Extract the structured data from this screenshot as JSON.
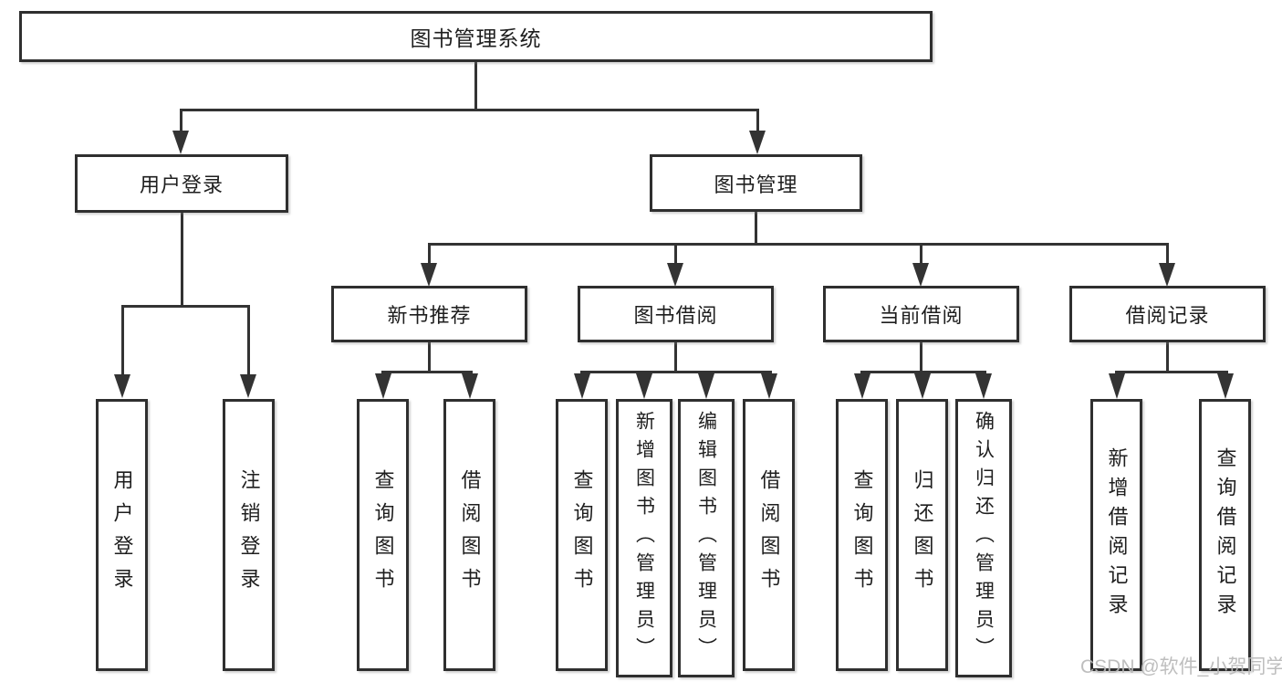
{
  "diagram": {
    "title": "图书管理系统",
    "root": {
      "label": "图书管理系统"
    },
    "level2": [
      {
        "label": "用户登录",
        "parent": "图书管理系统"
      },
      {
        "label": "图书管理",
        "parent": "图书管理系统"
      }
    ],
    "level3": [
      {
        "label": "新书推荐",
        "parent": "图书管理"
      },
      {
        "label": "图书借阅",
        "parent": "图书管理"
      },
      {
        "label": "当前借阅",
        "parent": "图书管理"
      },
      {
        "label": "借阅记录",
        "parent": "图书管理"
      }
    ],
    "level4": [
      {
        "label": "用户登录",
        "parent": "用户登录"
      },
      {
        "label": "注销登录",
        "parent": "用户登录"
      },
      {
        "label": "查询图书",
        "parent": "新书推荐"
      },
      {
        "label": "借阅图书",
        "parent": "新书推荐"
      },
      {
        "label": "查询图书",
        "parent": "图书借阅"
      },
      {
        "label": "新增图书（管理员）",
        "parent": "图书借阅"
      },
      {
        "label": "编辑图书（管理员）",
        "parent": "图书借阅"
      },
      {
        "label": "借阅图书",
        "parent": "图书借阅"
      },
      {
        "label": "查询图书",
        "parent": "当前借阅"
      },
      {
        "label": "归还图书",
        "parent": "当前借阅"
      },
      {
        "label": "确认归还（管理员）",
        "parent": "当前借阅"
      },
      {
        "label": "新增借阅记录",
        "parent": "借阅记录"
      },
      {
        "label": "查询借阅记录",
        "parent": "借阅记录"
      }
    ],
    "watermark": "CSDN @软件_小贺同学",
    "colors": {
      "line": "#333333",
      "border": "#2f2f2f",
      "text": "#1e1e1e",
      "watermark": "#b9b9b9",
      "background": "#ffffff"
    }
  }
}
